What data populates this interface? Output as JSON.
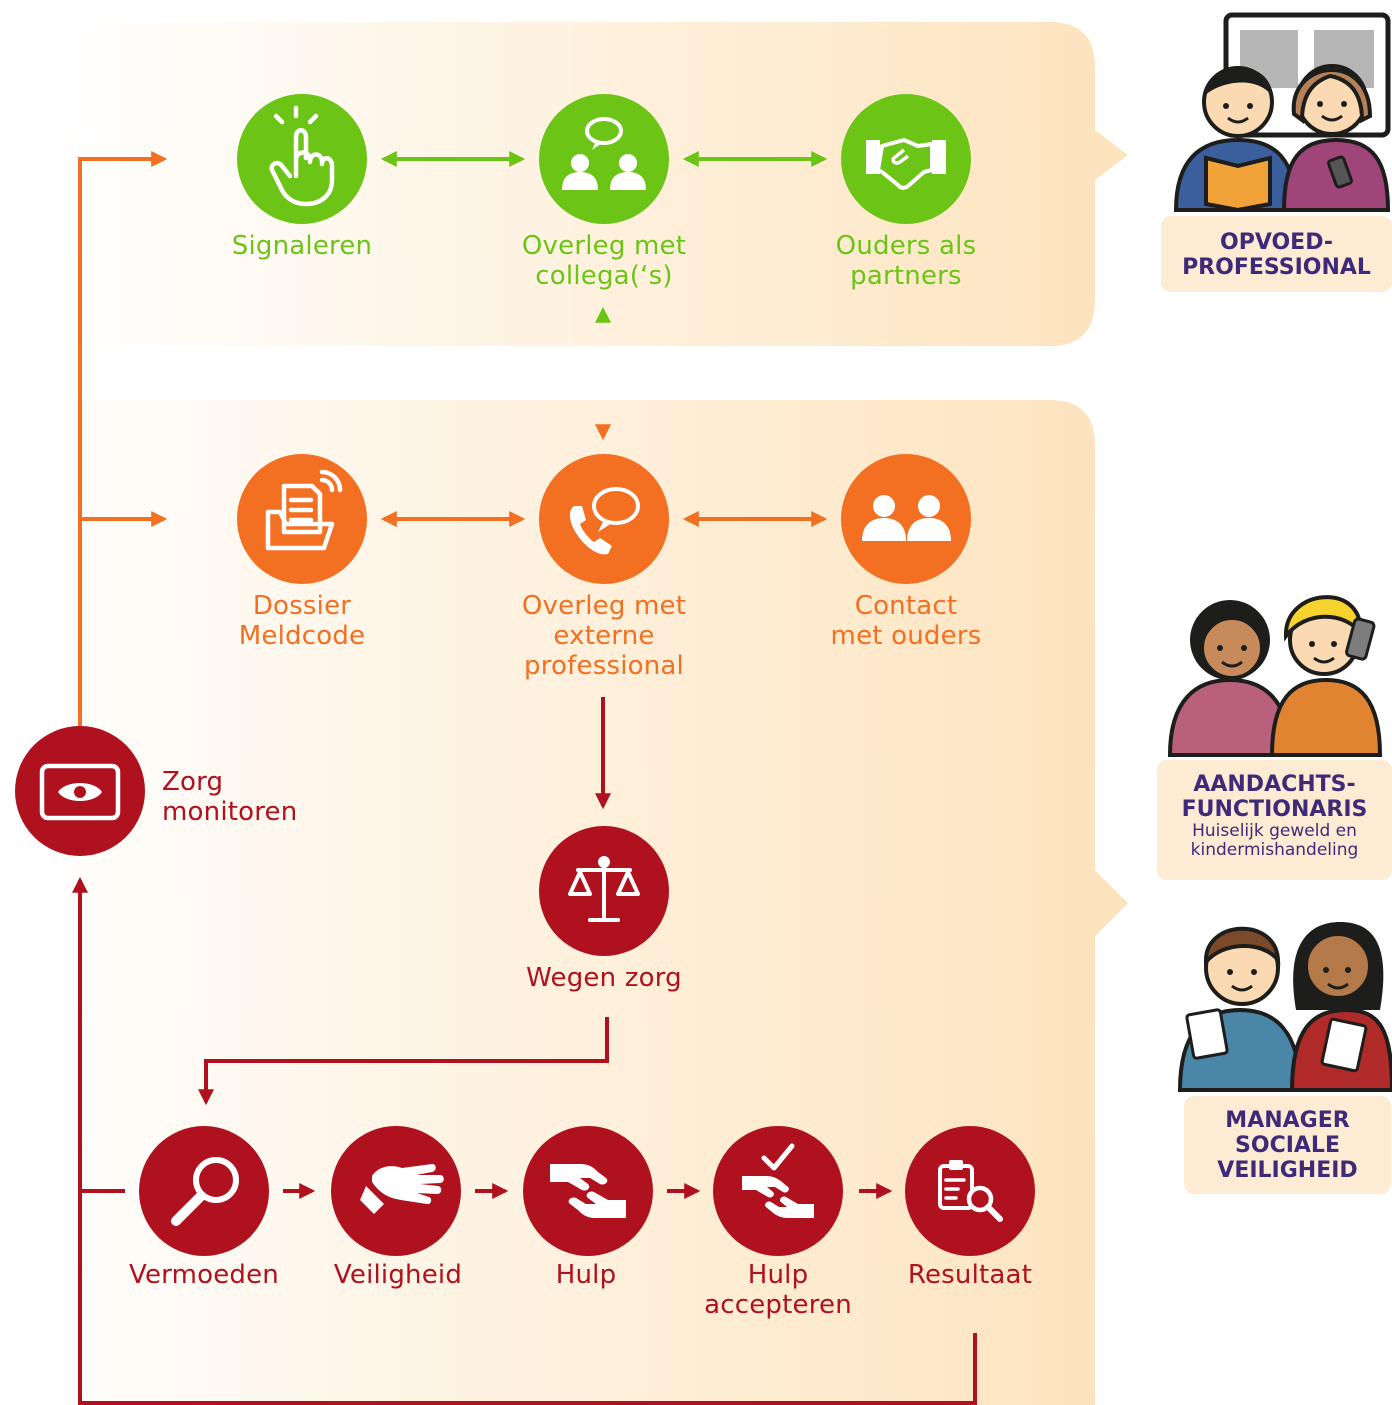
{
  "steps": {
    "signaleren": "Signaleren",
    "overleg_collega": [
      "Overleg met",
      "collega(‘s)"
    ],
    "ouders_partners": [
      "Ouders als",
      "partners"
    ],
    "dossier": [
      "Dossier",
      "Meldcode"
    ],
    "overleg_extern": [
      "Overleg met",
      "externe",
      "professional"
    ],
    "contact_ouders": [
      "Contact",
      "met ouders"
    ],
    "wegen_zorg": "Wegen zorg",
    "zorg_monitoren": [
      "Zorg",
      "monitoren"
    ],
    "vermoeden": "Vermoeden",
    "veiligheid": "Veiligheid",
    "hulp": "Hulp",
    "hulp_accepteren": [
      "Hulp",
      "accepteren"
    ],
    "resultaat": "Resultaat"
  },
  "roles": {
    "opvoed": [
      "OPVOED-",
      "PROFESSIONAL"
    ],
    "aandacht": [
      "AANDACHTS-",
      "FUNCTIONARIS"
    ],
    "aandacht_sub": [
      "Huiselijk geweld en",
      "kindermishandeling"
    ],
    "manager": [
      "MANAGER",
      "SOCIALE",
      "VEILIGHEID"
    ]
  },
  "colors": {
    "green": "#6cc417",
    "orange": "#f36f21",
    "red": "#b0111e",
    "panel": "#fde3bd",
    "role_text": "#3e2a78"
  },
  "icons": {
    "signaleren": "tap-hand-icon",
    "overleg_collega": "people-chat-icon",
    "ouders_partners": "handshake-icon",
    "dossier": "document-folder-icon",
    "overleg_extern": "phone-chat-icon",
    "contact_ouders": "two-people-icon",
    "wegen_zorg": "scales-icon",
    "zorg_monitoren": "eye-icon",
    "vermoeden": "magnifier-icon",
    "veiligheid": "protecting-hands-icon",
    "hulp": "helping-hands-icon",
    "hulp_accepteren": "accept-hands-icon",
    "resultaat": "clipboard-search-icon"
  }
}
